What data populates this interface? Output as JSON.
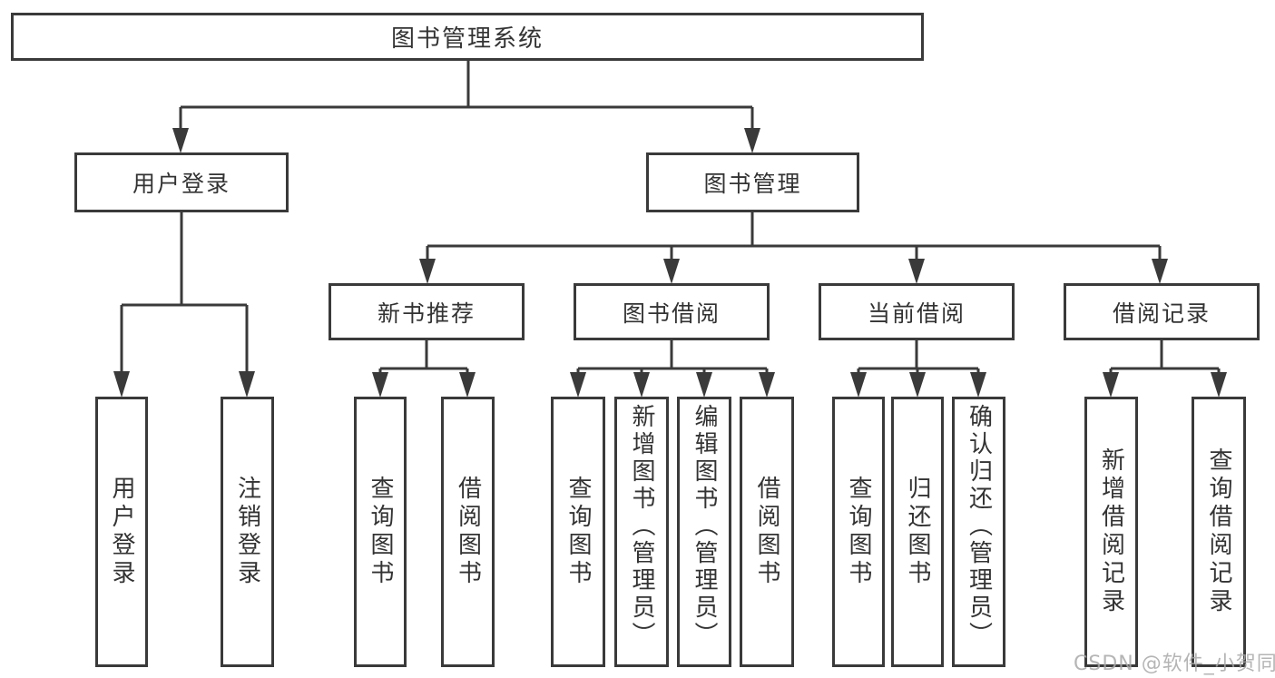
{
  "diagram": {
    "watermark": "CSDN @软件_小贺同学",
    "colors": {
      "line": "#3a3a3a",
      "text": "#333333",
      "background": "#ffffff",
      "watermark": "#a8a8a8"
    },
    "tree": {
      "label": "图书管理系统",
      "children": [
        {
          "label": "用户登录",
          "children": [
            {
              "label": "用户登录"
            },
            {
              "label": "注销登录"
            }
          ]
        },
        {
          "label": "图书管理",
          "children": [
            {
              "label": "新书推荐",
              "children": [
                {
                  "label": "查询图书"
                },
                {
                  "label": "借阅图书"
                }
              ]
            },
            {
              "label": "图书借阅",
              "children": [
                {
                  "label": "查询图书"
                },
                {
                  "label": "新增图书（管理员）"
                },
                {
                  "label": "编辑图书（管理员）"
                },
                {
                  "label": "借阅图书"
                }
              ]
            },
            {
              "label": "当前借阅",
              "children": [
                {
                  "label": "查询图书"
                },
                {
                  "label": "归还图书"
                },
                {
                  "label": "确认归还（管理员）"
                }
              ]
            },
            {
              "label": "借阅记录",
              "children": [
                {
                  "label": "新增借阅记录"
                },
                {
                  "label": "查询借阅记录"
                }
              ]
            }
          ]
        }
      ]
    }
  }
}
